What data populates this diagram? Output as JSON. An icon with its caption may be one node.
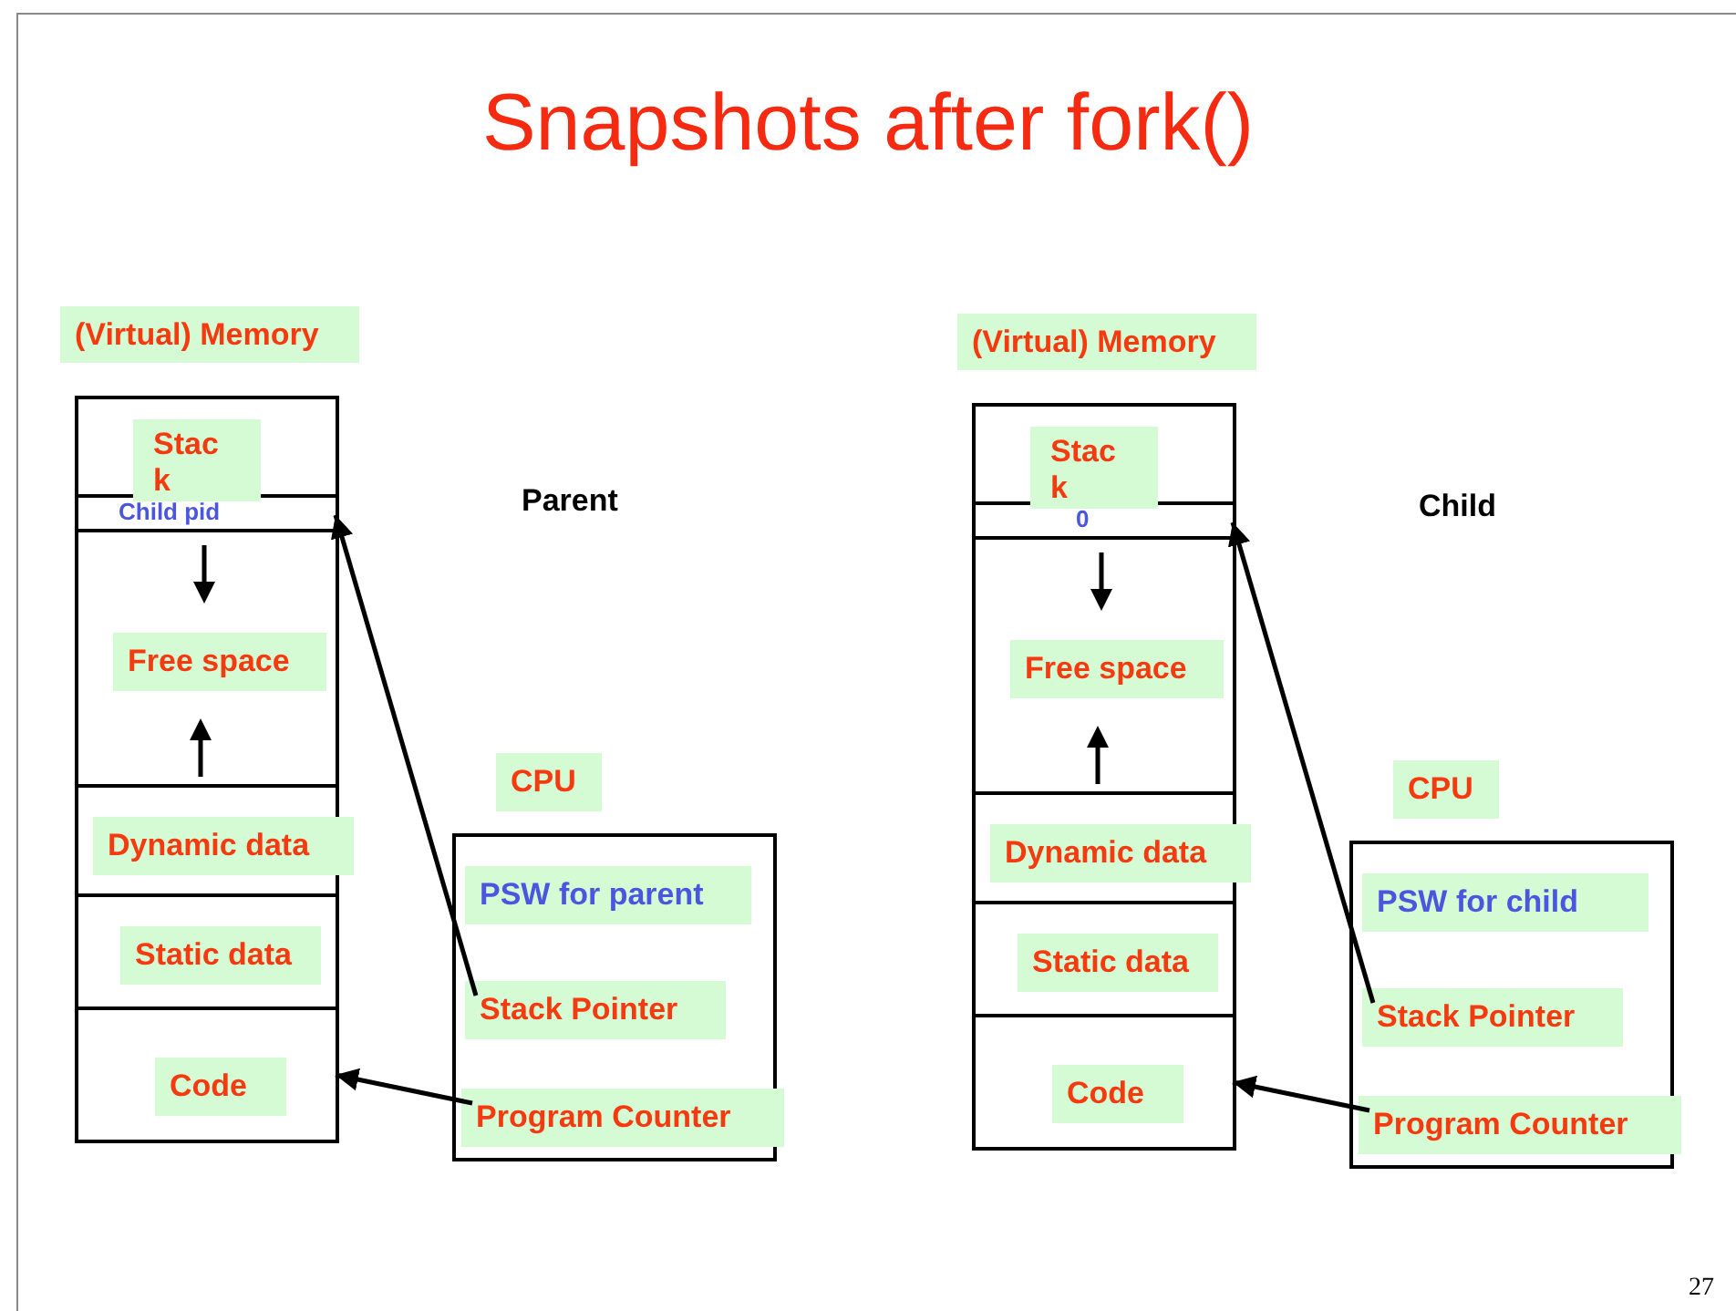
{
  "diagram": {
    "title": "Snapshots after fork()",
    "nodes": [
      {
        "text": [
          "(Virtual) Memory"
        ]
      },
      {
        "text": [],
        "shape": "box"
      },
      {
        "text": [
          "Stack"
        ],
        "in": 1
      },
      {
        "text": [
          "Child pid"
        ],
        "in": 1
      },
      {
        "text": [
          "Free space"
        ],
        "in": 1
      },
      {
        "text": [
          "Dynamic data"
        ],
        "in": 1
      },
      {
        "text": [
          "Static data"
        ],
        "in": 1
      },
      {
        "text": [
          "Code"
        ],
        "in": 1
      },
      {
        "text": [
          "CPU"
        ]
      },
      {
        "text": [],
        "shape": "box"
      },
      {
        "text": [
          "PSW for parent"
        ],
        "in": 9
      },
      {
        "text": [
          "Stack Pointer"
        ],
        "in": 9
      },
      {
        "text": [
          "Program Counter"
        ],
        "in": 9
      },
      {
        "text": [
          "(Virtual) Memory"
        ]
      },
      {
        "text": [],
        "shape": "box"
      },
      {
        "text": [
          "Stack"
        ],
        "in": 14
      },
      {
        "text": [
          "0"
        ],
        "in": 14
      },
      {
        "text": [
          "Free space"
        ],
        "in": 14
      },
      {
        "text": [
          "Dynamic data"
        ],
        "in": 14
      },
      {
        "text": [
          "Static data"
        ],
        "in": 14
      },
      {
        "text": [
          "Code"
        ],
        "in": 14
      },
      {
        "text": [
          "CPU"
        ]
      },
      {
        "text": [],
        "shape": "box"
      },
      {
        "text": [
          "PSW for child"
        ],
        "in": 22
      },
      {
        "text": [
          "Stack Pointer"
        ],
        "in": 22
      },
      {
        "text": [
          "Program Counter"
        ],
        "in": 22
      }
    ],
    "edges": [
      {
        "from": 11,
        "to": 3,
        "arrow": "to"
      },
      {
        "from": 12,
        "to": 7,
        "arrow": "to"
      },
      {
        "from": 24,
        "to": 16,
        "arrow": "to"
      },
      {
        "from": 25,
        "to": 20,
        "arrow": "to"
      }
    ],
    "labels": [
      "Parent",
      "Child",
      "27"
    ]
  }
}
